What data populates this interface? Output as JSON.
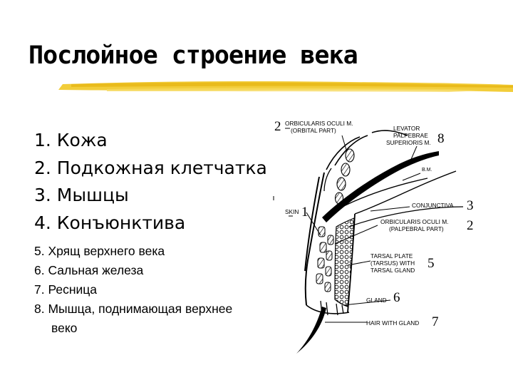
{
  "title": "Послойное строение века",
  "colors": {
    "accent": "#f2cd3a",
    "accent_dark": "#e6b413",
    "ink": "#000000"
  },
  "main_list": [
    "1. Кожа",
    "2. Подкожная клетчатка",
    "3. Мышцы",
    "4. Конъюнктива"
  ],
  "secondary_list": [
    "5. Хрящ верхнего века",
    "6. Сальная железа",
    "7. Ресница",
    "8. Мышца, поднимающая верхнее",
    "веко"
  ],
  "diagram": {
    "labels": {
      "orbicularis_orbital_1": "ORBICULARIS OCULI M.",
      "orbicularis_orbital_2": "(ORBITAL PART)",
      "levator_1": "LEVATOR",
      "levator_2": "PALPEBRAE",
      "levator_3": "SUPERIORIS M.",
      "bm": "B.M.",
      "conjunctiva": "CONJUNCTIVA",
      "skin": "SKIN",
      "orbicularis_palpebral_1": "ORBICULARIS OCULI M.",
      "orbicularis_palpebral_2": "(PALPEBRAL PART)",
      "tarsal_1": "TARSAL PLATE",
      "tarsal_2": "(TARSUS) WITH",
      "tarsal_3": "TARSAL GLAND",
      "gland": "GLAND",
      "hair": "HAIR WITH GLAND"
    },
    "numbers": {
      "orbicularis_orbital": "2",
      "levator": "8",
      "skin": "1",
      "conjunctiva": "3",
      "orbicularis_palpebral": "2",
      "tarsal": "5",
      "gland": "6",
      "hair": "7"
    }
  }
}
